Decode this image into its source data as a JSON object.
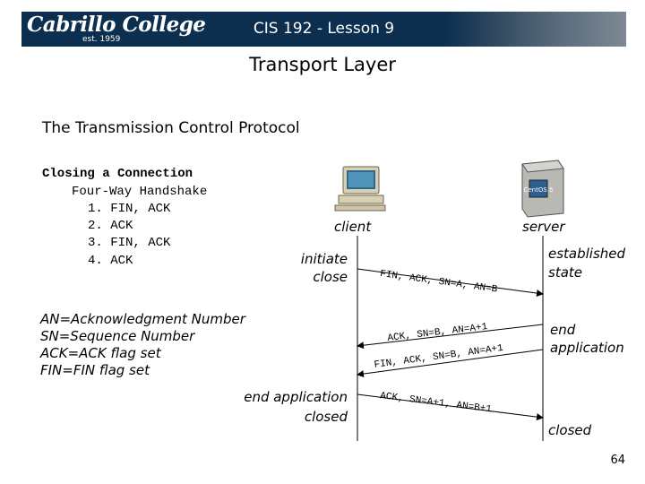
{
  "header": {
    "logo_text": "Cabrillo College",
    "logo_est": "est. 1959",
    "title": "CIS 192 - Lesson 9"
  },
  "slide": {
    "title": "Transport Layer",
    "subtitle": "The Transmission Control Protocol"
  },
  "closing": {
    "heading": "Closing a Connection",
    "subheading": "Four-Way Handshake",
    "steps": [
      "1. FIN, ACK",
      "2. ACK",
      "3. FIN, ACK",
      "4. ACK"
    ]
  },
  "legend": [
    "AN=Acknowledgment Number",
    "SN=Sequence Number",
    "ACK=ACK flag set",
    "FIN=FIN flag set"
  ],
  "diagram": {
    "client_label": "client",
    "server_label": "server",
    "client_notes": {
      "initiate_close": [
        "initiate",
        "close"
      ],
      "end_application": [
        "end application",
        "closed"
      ]
    },
    "server_notes": {
      "established": [
        "established",
        "state"
      ],
      "end_application": [
        "end",
        "application"
      ],
      "closed": "closed"
    },
    "server_box_label": "CentOS 5",
    "messages": [
      "FIN, ACK, SN=A, AN=B",
      "ACK, SN=B, AN=A+1",
      "FIN, ACK, SN=B, AN=A+1",
      "ACK, SN=A+1, AN=B+1"
    ]
  },
  "page_number": "64"
}
